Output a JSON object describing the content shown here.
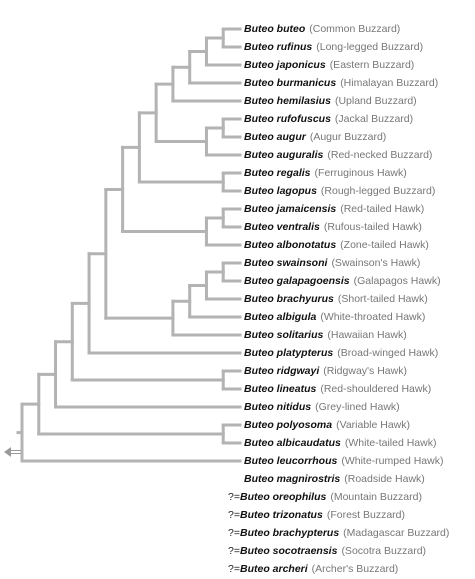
{
  "colors": {
    "branch": "#b3b3b3",
    "scientific": "#111111",
    "common": "#777777"
  },
  "root_icon": "left-arrow-icon",
  "tree": "(((((((((((((Buteo buteo,Buteo rufinus),Buteo japonicus),Buteo burmanicus),Buteo hemilasius),(((Buteo rufofuscus,Buteo augur),Buteo auguralis))),(Buteo regalis,Buteo lagopus)),((Buteo jamaicensis,Buteo ventralis),Buteo albonotatus)),((((Buteo swainsoni,Buteo galapagoensis),Buteo brachyurus),Buteo albigula),Buteo solitarius)),Buteo platypterus),(Buteo ridgwayi,Buteo lineatus)),Buteo nitidus),(Buteo polyosoma,Buteo albicaudatus)),Buteo leucorrhous),Buteo magnirostris)",
  "species": [
    {
      "sci": "Buteo buteo",
      "common": "(Common Buzzard)"
    },
    {
      "sci": "Buteo rufinus",
      "common": "(Long-legged Buzzard)"
    },
    {
      "sci": "Buteo japonicus",
      "common": "(Eastern Buzzard)"
    },
    {
      "sci": "Buteo burmanicus",
      "common": "(Himalayan Buzzard)"
    },
    {
      "sci": "Buteo hemilasius",
      "common": "(Upland Buzzard)"
    },
    {
      "sci": "Buteo rufofuscus",
      "common": "(Jackal Buzzard)"
    },
    {
      "sci": "Buteo augur",
      "common": "(Augur Buzzard)"
    },
    {
      "sci": "Buteo auguralis",
      "common": "(Red-necked Buzzard)"
    },
    {
      "sci": "Buteo regalis",
      "common": "(Ferruginous Hawk)"
    },
    {
      "sci": "Buteo lagopus",
      "common": "(Rough-legged Buzzard)"
    },
    {
      "sci": "Buteo jamaicensis",
      "common": "(Red-tailed Hawk)"
    },
    {
      "sci": "Buteo ventralis",
      "common": "(Rufous-tailed Hawk)"
    },
    {
      "sci": "Buteo albonotatus",
      "common": "(Zone-tailed Hawk)"
    },
    {
      "sci": "Buteo swainsoni",
      "common": "(Swainson's Hawk)"
    },
    {
      "sci": "Buteo galapagoensis",
      "common": "(Galapagos Hawk)"
    },
    {
      "sci": "Buteo brachyurus",
      "common": "(Short-tailed Hawk)"
    },
    {
      "sci": "Buteo albigula",
      "common": "(White-throated Hawk)"
    },
    {
      "sci": "Buteo solitarius",
      "common": "(Hawaiian Hawk)"
    },
    {
      "sci": "Buteo platypterus",
      "common": "(Broad-winged Hawk)"
    },
    {
      "sci": "Buteo ridgwayi",
      "common": "(Ridgway's Hawk)"
    },
    {
      "sci": "Buteo lineatus",
      "common": "(Red-shouldered Hawk)"
    },
    {
      "sci": "Buteo nitidus",
      "common": "(Grey-lined Hawk)"
    },
    {
      "sci": "Buteo polyosoma",
      "common": "(Variable Hawk)"
    },
    {
      "sci": "Buteo albicaudatus",
      "common": "(White-tailed Hawk)"
    },
    {
      "sci": "Buteo leucorrhous",
      "common": "(White-rumped Hawk)"
    },
    {
      "sci": "Buteo magnirostris",
      "common": "(Roadside Hawk)"
    }
  ],
  "unplaced": [
    {
      "prefix": "?=",
      "sci": "Buteo oreophilus",
      "common": "(Mountain Buzzard)"
    },
    {
      "prefix": "?=",
      "sci": "Buteo trizonatus",
      "common": "(Forest Buzzard)"
    },
    {
      "prefix": "?=",
      "sci": "Buteo brachypterus",
      "common": "(Madagascar Buzzard)"
    },
    {
      "prefix": "?=",
      "sci": "Buteo socotraensis",
      "common": "(Socotra Buzzard)"
    },
    {
      "prefix": "?=",
      "sci": "Buteo archeri",
      "common": "(Archer's Buzzard)"
    }
  ]
}
